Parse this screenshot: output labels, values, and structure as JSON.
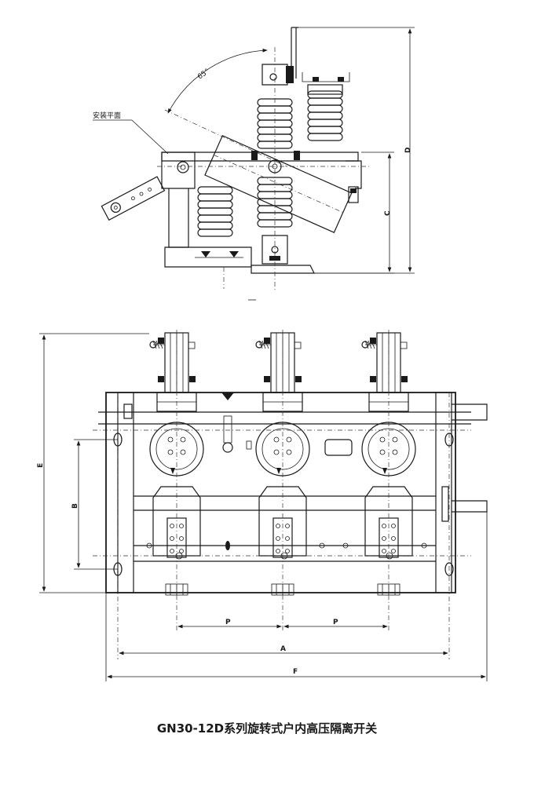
{
  "caption": "GN30-12D系列旋转式户内高压隔离开关",
  "side_view": {
    "angle_label": "65°",
    "mount_label": "安装平面",
    "dim_labels": {
      "c": "C",
      "d": "D"
    }
  },
  "front_view": {
    "dim_labels": {
      "e": "E",
      "b": "B",
      "p1": "P",
      "p2": "P",
      "a": "A",
      "f": "F"
    },
    "phase_count": 3
  }
}
